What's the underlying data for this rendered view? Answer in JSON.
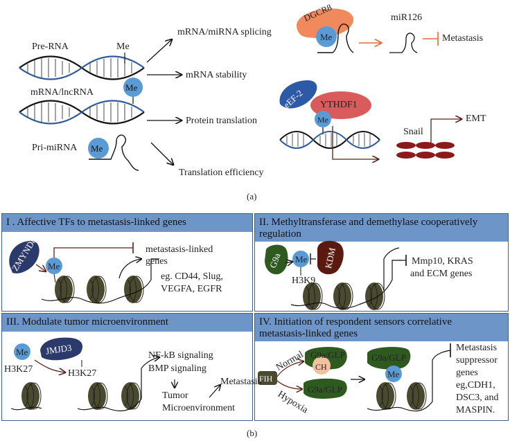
{
  "top": {
    "pre_rna": "Pre-RNA",
    "me_top": "Me",
    "mrna_lncrna": "mRNA/lncRNA",
    "pri_mirna": "Pri-miRNA",
    "me_bubble": "Me",
    "arrow_splicing": "mRNA/miRNA splicing",
    "arrow_stability": "mRNA stability",
    "arrow_translation": "Protein translation",
    "arrow_efficiency": "Translation efficiency",
    "dgcr8": "DGCR8",
    "mir126": "miR126",
    "metastasis": "Metastasis",
    "eef2": "eEF-2",
    "ythdf1": "YTHDF1",
    "snail": "Snail",
    "emt": "EMT",
    "caption_a": "(a)"
  },
  "panels": {
    "p1": {
      "title": "I . Affective TFs to metastasis-linked genes",
      "zmynd8": "ZMYND8",
      "me": "Me",
      "genes_line1": "metastasis-linked",
      "genes_line2": "genes",
      "examples1": "eg. CD44, Slug,",
      "examples2": "VEGFA, EGFR"
    },
    "p2": {
      "title_line1": "II. Methyltransferase and demethylase cooperatively",
      "title_line2": "regulation",
      "g9a": "G9a",
      "kdm": "KDM",
      "me": "Me",
      "h3k9": "H3K9",
      "genes1": "Mmp10, KRAS",
      "genes2": "and ECM genes"
    },
    "p3": {
      "title": "III. Modulate tumor microenvironment",
      "me": "Me",
      "jmjd3": "JMJD3",
      "h3k27_left": "H3K27",
      "h3k27_right": "H3K27",
      "nfkb": "NF-kB signaling",
      "bmp": "BMP signaling",
      "tumor": "Tumor",
      "micro": "Microenvironment",
      "metastasis": "Metastasis"
    },
    "p4": {
      "title_line1": "IV. Initiation of respondent sensors correlative",
      "title_line2": "metastasis-linked genes",
      "fih": "FIH",
      "normal": "Normal",
      "hypoxia": "Hypoxia",
      "g9a_top": "G9a/GLP",
      "ch": "CH",
      "g9a_bottom": "G9a/GLP",
      "g9a_right": "G9a/GLP",
      "me": "Me",
      "sup1": "Metastasis",
      "sup2": "suppressor",
      "sup3": "genes",
      "sup4": "eg,CDH1,",
      "sup5": "DSC3, and",
      "sup6": "MASPIN."
    }
  },
  "caption_b": "(b)",
  "colors": {
    "header": "#6e95c8",
    "panel_border": "#3c5f90",
    "me_circle": "#5b9bd5",
    "histone": "#4a4a2e",
    "protein_green": "#2f5a1f",
    "protein_darkblue": "#2b3a6b",
    "kdm": "#5a1a0f",
    "dgcr8": "#f08a5d",
    "ythdf1": "#d94f4f",
    "snail": "#8b1a1a",
    "arrow_red": "#e06a3a",
    "arrow_dark": "#5a1f14"
  }
}
